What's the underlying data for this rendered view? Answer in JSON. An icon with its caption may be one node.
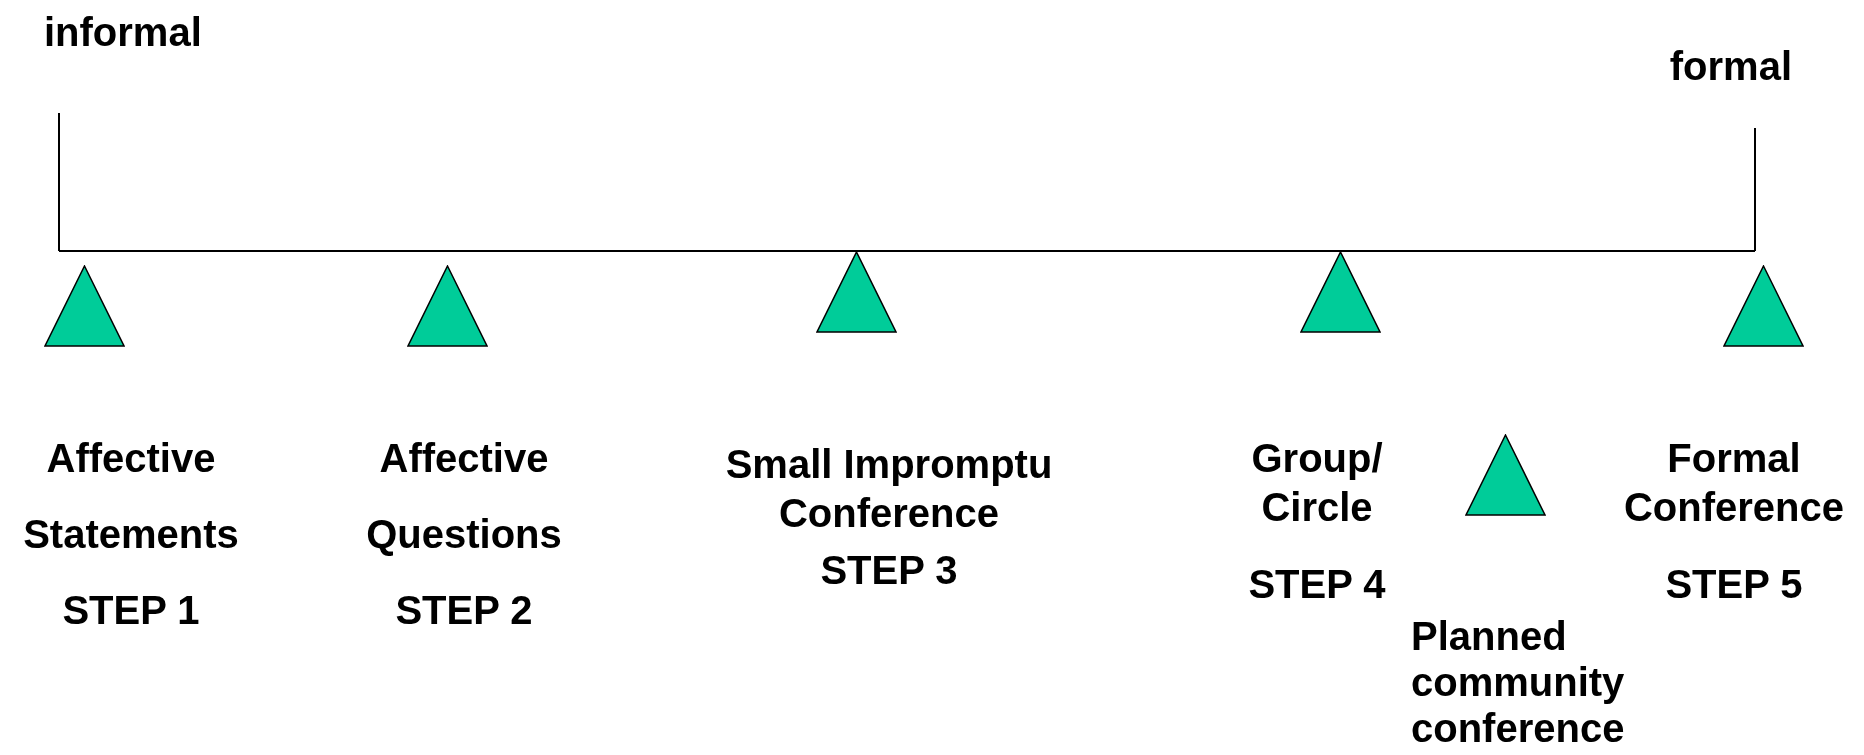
{
  "diagram": {
    "nodes": [
      {
        "text": [
          "Affective Statements",
          "STEP 1"
        ]
      },
      {
        "text": [
          "Affective Questions",
          "STEP 2"
        ]
      },
      {
        "text": [
          "Small Impromptu Conference",
          "STEP 3"
        ]
      },
      {
        "text": [
          "Group/ Circle",
          "STEP 4"
        ]
      },
      {
        "text": [
          "Planned community conference"
        ]
      },
      {
        "text": [
          "Formal Conference",
          "STEP 5"
        ]
      }
    ],
    "labels": [
      "informal",
      "formal"
    ]
  }
}
